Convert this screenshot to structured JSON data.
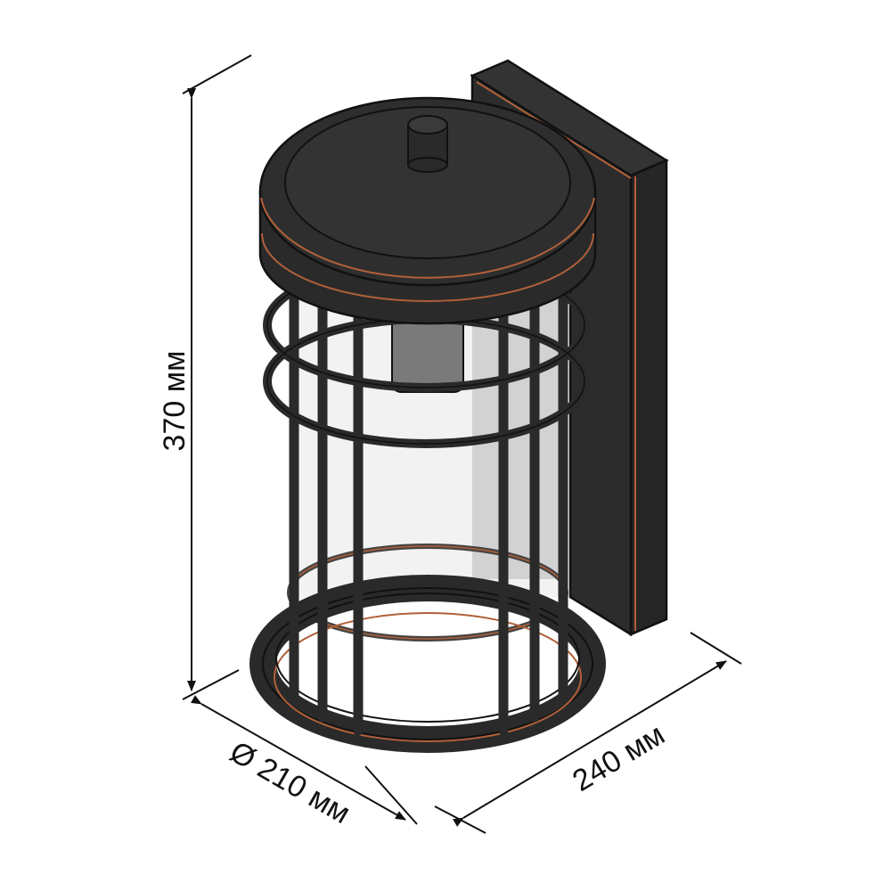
{
  "dimensions": {
    "height_label": "370 мм",
    "diameter_label": "Ø 210 мм",
    "depth_label": "240 мм"
  },
  "colors": {
    "body": "#2a2a2a",
    "copper_accent": "#b0603a",
    "glass": "#d9d9d9",
    "line": "#111111"
  }
}
